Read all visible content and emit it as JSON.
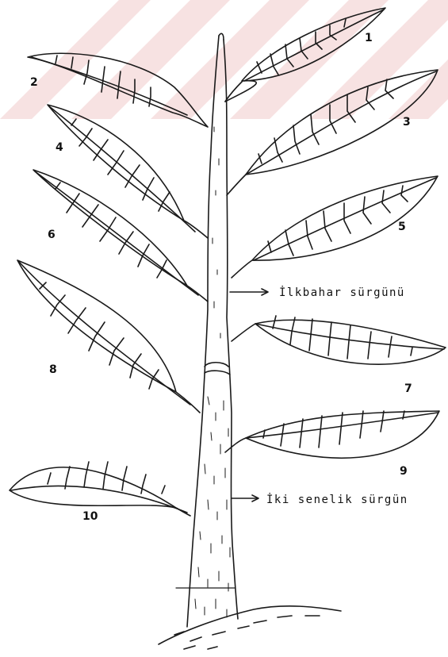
{
  "figure": {
    "leaf_numbers": [
      "1",
      "2",
      "3",
      "4",
      "5",
      "6",
      "7",
      "8",
      "9",
      "10"
    ],
    "annotations": {
      "spring_shoot": "İlkbahar sürgünü",
      "biennial_shoot": "İki senelik sürgün"
    }
  },
  "colors": {
    "ink": "#1a1a1a",
    "watermark": "#f4dcdc"
  }
}
